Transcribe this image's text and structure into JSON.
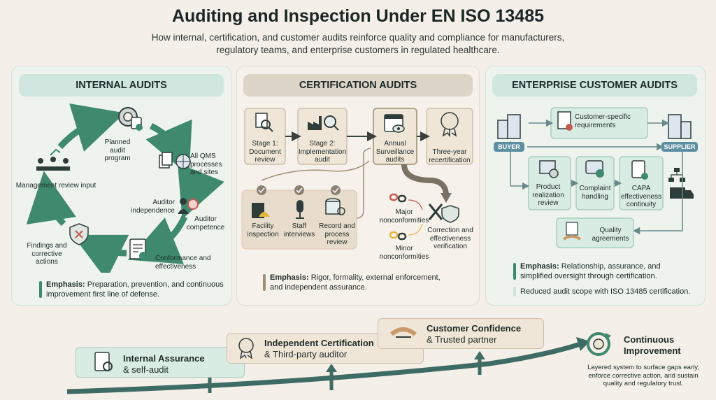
{
  "header": {
    "title": "Auditing and Inspection Under EN ISO 13485",
    "subtitle_line1": "How internal, certification, and customer audits reinforce quality and compliance for manufacturers,",
    "subtitle_line2": "regulatory teams, and enterprise customers in regulated healthcare."
  },
  "internal": {
    "heading": "INTERNAL AUDITS",
    "nodes": {
      "planned": "Planned audit program",
      "all_qms": "All QMS processes and sites",
      "independence": "Auditor independence",
      "competence": "Auditor competence",
      "conformance": "Conformance and effectiveness",
      "findings": "Findings and corrective actions",
      "management": "Management review input"
    },
    "emphasis_label": "Emphasis:",
    "emphasis_text_1": "Preparation, prevention, and continuous",
    "emphasis_text_2": "improvement first line of defense."
  },
  "certification": {
    "heading": "CERTIFICATION AUDITS",
    "stage1": "Stage 1: Document review",
    "stage2": "Stage 2: Implementation audit",
    "annual": "Annual Surveillance audits",
    "recert": "Three-year recertification",
    "facility": "Facility inspection",
    "staff": "Staff interviews",
    "record": "Record and process review",
    "major": "Major nonconformities",
    "minor": "Minor nonconformities",
    "correction": "Correction and effectiveness verification",
    "emphasis_label": "Emphasis:",
    "emphasis_text_1": "Rigor, formality, external enforcement,",
    "emphasis_text_2": "and independent assurance."
  },
  "enterprise": {
    "heading": "ENTERPRISE CUSTOMER AUDITS",
    "buyer": "BUYER",
    "supplier": "SUPPLIER",
    "customer_req": "Customer-specific requirements",
    "product": "Product realization review",
    "complaint": "Complaint handling",
    "capa": "CAPA effectiveness continuity",
    "quality": "Quality agreements",
    "emphasis_label": "Emphasis:",
    "emphasis_text_1": "Relationship, assurance, and",
    "emphasis_text_2": "simplified oversight through certification.",
    "reduced": "Reduced audit scope with ISO 13485 certification."
  },
  "stairs": {
    "internal_title": "Internal Assurance",
    "internal_sub": "& self-audit",
    "independent_title": "Independent Certification",
    "independent_sub": "& Third-party auditor",
    "customer_title": "Customer Confidence",
    "customer_sub": "& Trusted partner",
    "continuous_title_1": "Continuous",
    "continuous_title_2": "Improvement",
    "continuous_text_1": "Layered system to surface gaps early,",
    "continuous_text_2": "enforce corrective action, and sustain",
    "continuous_text_3": "quality and regulatory trust."
  },
  "colors": {
    "green_accent": "#3f8a6f",
    "tan_accent": "#a08f78",
    "blue_pill": "#5d8fa3"
  }
}
